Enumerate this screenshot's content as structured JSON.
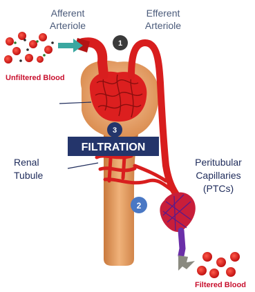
{
  "labels": {
    "afferent_line1": "Afferent",
    "afferent_line2": "Arteriole",
    "efferent_line1": "Efferent",
    "efferent_line2": "Arteriole",
    "unfiltered_blood": "Unfiltered Blood",
    "filtration": "FILTRATION",
    "renal_line1": "Renal",
    "renal_line2": "Tubule",
    "ptc_line1": "Peritubular",
    "ptc_line2": "Capillaries",
    "ptc_line3": "(PTCs)",
    "filtered_blood": "Filtered Blood"
  },
  "badges": {
    "one": "1",
    "two": "2",
    "three": "3"
  },
  "colors": {
    "blood_red": "#d81e1e",
    "label_red": "#c8102e",
    "text_navy": "#1d2a5a",
    "label_gray": "#4a5a7a",
    "tubule_tan": "#e8a263",
    "banner_navy": "#24356b",
    "badge_dark": "#3a3a3a",
    "badge_blue": "#4a78c4",
    "vein_purple": "#6b2fa8",
    "arrow_teal": "#3aa7a0",
    "arrow_gray": "#8a8a80"
  }
}
